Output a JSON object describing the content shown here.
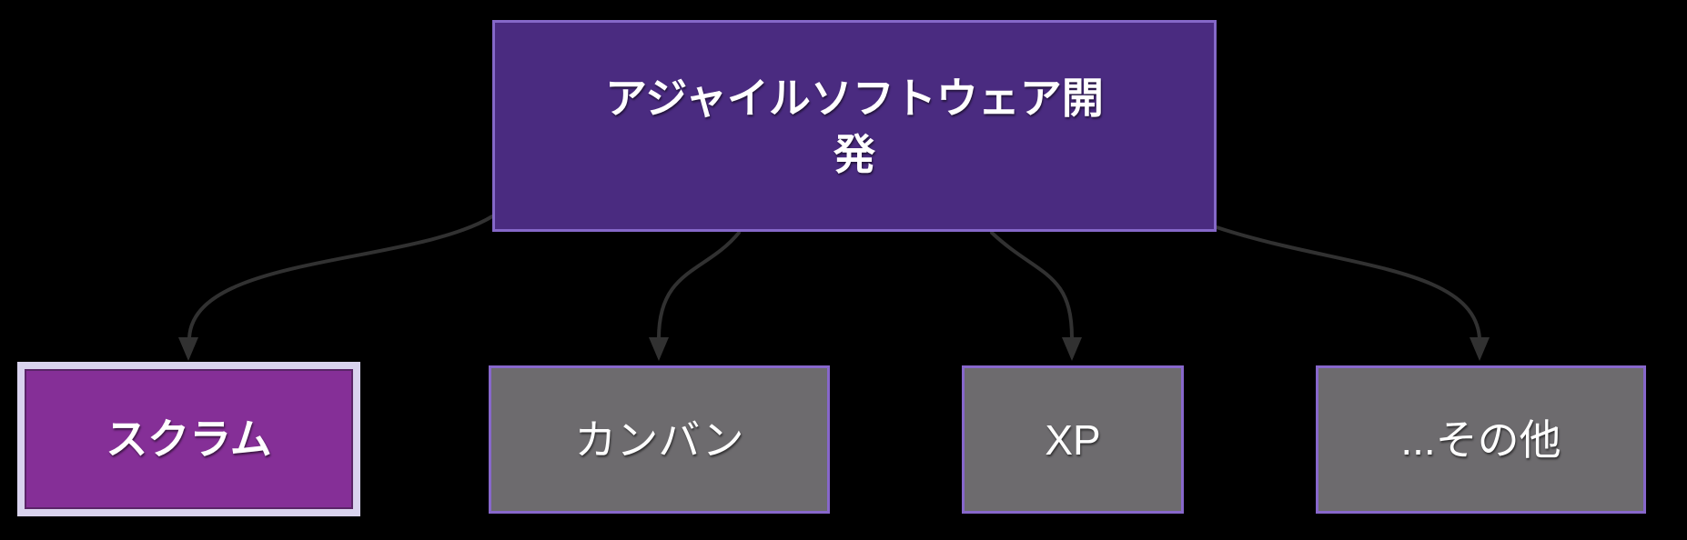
{
  "diagram": {
    "type": "flowchart",
    "root_node": {
      "id": "agile",
      "label": "アジャイルソフトウェア開発"
    },
    "child_nodes": [
      {
        "id": "scrum",
        "label": "スクラム",
        "highlighted": true
      },
      {
        "id": "kanban",
        "label": "カンバン",
        "highlighted": false
      },
      {
        "id": "xp",
        "label": "XP",
        "highlighted": false
      },
      {
        "id": "others",
        "label": "...その他",
        "highlighted": false
      }
    ],
    "edges": [
      {
        "from": "agile",
        "to": "scrum"
      },
      {
        "from": "agile",
        "to": "kanban"
      },
      {
        "from": "agile",
        "to": "xp"
      },
      {
        "from": "agile",
        "to": "others"
      }
    ]
  },
  "colors": {
    "canvas-bg": "#000000",
    "root-fill": "#4a2b80",
    "root-border": "#8568c8",
    "highlight-fill": "#852f97",
    "highlight-border": "#d9d3ee",
    "highlight-inner-border": "#5a2468",
    "node-fill": "#6d6b6e",
    "node-border": "#8767cb",
    "edge-color": "#313131",
    "text-color": "#ffffff"
  }
}
